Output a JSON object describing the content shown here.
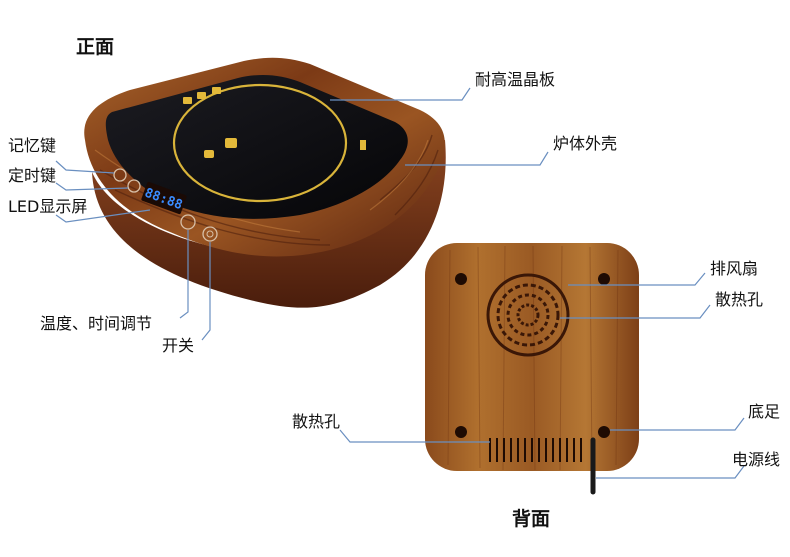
{
  "titles": {
    "front": "正面",
    "back": "背面"
  },
  "front_labels": {
    "memory_key": "记忆键",
    "timer_key": "定时键",
    "led_display": "LED显示屏",
    "temp_time_adjust": "温度、时间调节",
    "power_switch": "开关",
    "glass_panel": "耐高温晶板",
    "housing": "炉体外壳"
  },
  "back_labels": {
    "exhaust_fan": "排风扇",
    "vent_holes_top": "散热孔",
    "vent_holes_bottom": "散热孔",
    "feet": "底足",
    "power_cord": "电源线"
  },
  "panel_markings": {
    "display_digits": "88:88"
  },
  "colors": {
    "wood_dark": "#5a2410",
    "wood_mid": "#8b4520",
    "wood_light": "#b8732f",
    "glass": "#0a0a0c",
    "ring": "#d9b43a",
    "leader_line": "#6a8fc0",
    "display_blue": "#3a8cff"
  }
}
